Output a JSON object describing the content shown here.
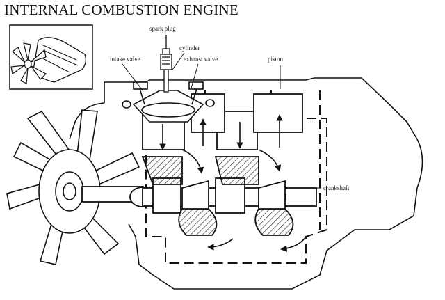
{
  "title": "INTERNAL COMBUSTION ENGINE",
  "labels": {
    "spark_plug": "spark plug",
    "cylinder": "cylinder",
    "intake_valve": "intake valve",
    "exhaust_valve": "exhaust valve",
    "piston": "piston",
    "crankshaft": "crankshaft"
  },
  "colors": {
    "line": "#111111",
    "background": "#ffffff",
    "hatch": "#222222"
  }
}
